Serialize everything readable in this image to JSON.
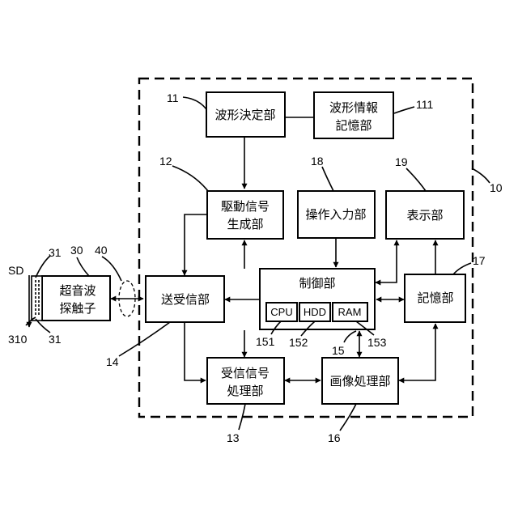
{
  "blocks": {
    "waveform_decision": "波形決定部",
    "waveform_info_line1": "波形情報",
    "waveform_info_line2": "記憶部",
    "drive_signal_line1": "駆動信号",
    "drive_signal_line2": "生成部",
    "operation_input": "操作入力部",
    "display": "表示部",
    "control": "制御部",
    "cpu": "CPU",
    "hdd": "HDD",
    "ram": "RAM",
    "storage": "記憶部",
    "transceiver": "送受信部",
    "probe_line1": "超音波",
    "probe_line2": "探触子",
    "receive_signal_line1": "受信信号",
    "receive_signal_line2": "処理部",
    "image_processing": "画像処理部"
  },
  "refs": {
    "r10": "10",
    "r11": "11",
    "r111": "111",
    "r12": "12",
    "r13": "13",
    "r14": "14",
    "r15": "15",
    "r151": "151",
    "r152": "152",
    "r153": "153",
    "r16": "16",
    "r17": "17",
    "r18": "18",
    "r19": "19",
    "r30": "30",
    "r31a": "31",
    "r31b": "31",
    "r40": "40",
    "r310": "310",
    "sd": "SD"
  }
}
